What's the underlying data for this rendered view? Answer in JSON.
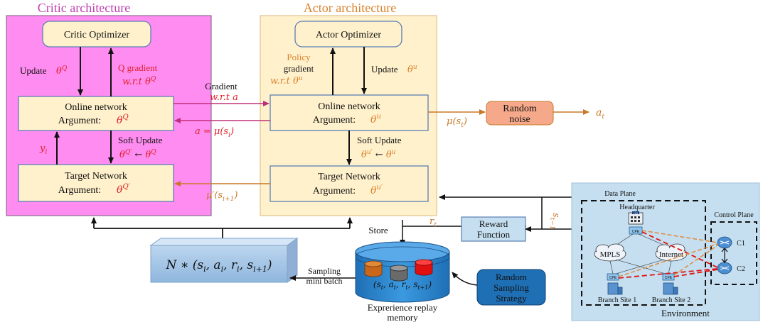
{
  "colors": {
    "critic_fill": "#ff8cf0",
    "critic_title": "#c040b0",
    "actor_fill": "#fff1cc",
    "actor_title": "#d9822b",
    "box_fill": "#fff1cc",
    "box_stroke": "#5b7fb5",
    "noise_fill": "#f5a98a",
    "red": "#e0202a",
    "orange": "#c8782a",
    "magenta": "#c0307a",
    "env_fill": "#c5dff0",
    "strategy_fill": "#1f6fb5"
  },
  "critic": {
    "title": "Critic architecture",
    "optimizer": "Critic Optimizer",
    "online_line1": "Online network",
    "online_line2": "Argument: ",
    "online_sym": "θ^Q",
    "target_line1": "Target Network",
    "target_line2": "Argument: ",
    "target_sym": "θ^Q′",
    "update_label": "Update ",
    "update_sym": "θ^Q",
    "qgrad_label": "Q gradient",
    "qgrad_wrt": "w.r.t  θ^Q",
    "yi": "y_i",
    "soft_update": "Soft Update",
    "soft_eq": "θ^Q′ ← θ^Q"
  },
  "actor": {
    "title": "Actor architecture",
    "optimizer": "Actor Optimizer",
    "online_line1": "Online network",
    "online_line2": "Argument: ",
    "online_sym": "θ^u",
    "target_line1": "Target Network",
    "target_line2": "Argument: ",
    "target_sym": "θ^u′",
    "policy": "Policy",
    "gradient": "gradient",
    "policy_wrt": "w.r.t   θ^u",
    "update_label": "Update ",
    "update_sym": "θ^u",
    "soft_update": "Soft Update",
    "soft_eq": "θ^u′ ← θ^u"
  },
  "links": {
    "gradient": "Gradient",
    "gradient_wrt": "w.r.t a",
    "a_eq_mu": "a = μ(s_i)",
    "mu_st": "μ(s_t)",
    "mu_prime": "μ′(s_{i+1})",
    "at": "a_t",
    "store": "Store",
    "rt": "r_t",
    "st_minus": "s_{t−1}",
    "sampling1": "Sampling",
    "sampling2": "mini batch"
  },
  "random_noise": {
    "line1": "Random",
    "line2": "noise"
  },
  "reward_function": {
    "line1": "Reward",
    "line2": "Function"
  },
  "minibatch": {
    "text": "N ∗ (s_i, a_i, r_i, s_{i+1})"
  },
  "replay": {
    "tuple": "(s_t, a_t, r_t, s_{t+1})",
    "caption1": "Exprerience replay",
    "caption2": "memory"
  },
  "strategy": {
    "line1": "Random",
    "line2": "Sampling",
    "line3": "Strategy"
  },
  "environment": {
    "caption": "Environment",
    "data_plane": "Data Plane",
    "headquarter": "Headquarter",
    "hq_label": "HQ",
    "control_plane": "Control Plane",
    "mpls": "MPLS",
    "internet": "Internet",
    "branch1": "Branch Site 1",
    "branch2": "Branch Site 2",
    "c1": "C1",
    "c2": "C2",
    "cpe": "CPE"
  }
}
